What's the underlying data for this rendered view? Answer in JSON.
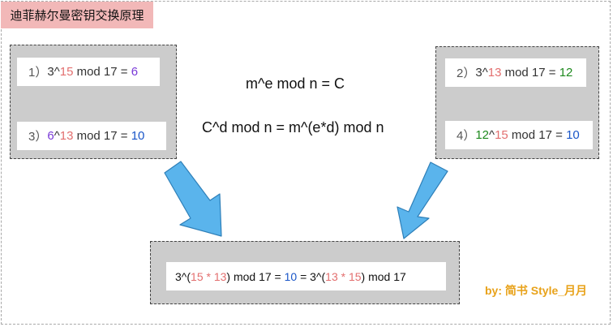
{
  "title": "迪菲赫尔曼密钥交换原理",
  "left_box": {
    "eq1": {
      "prefix": "1）",
      "base": "3",
      "caret": "^",
      "exp": "15",
      "rest": " mod 17 = ",
      "result": "6"
    },
    "eq3": {
      "prefix": "3）",
      "base": "6",
      "caret": "^",
      "exp": "13",
      "rest": " mod 17 = ",
      "result": "10"
    }
  },
  "right_box": {
    "eq2": {
      "prefix": "2）",
      "base": "3",
      "caret": "^",
      "exp": "13",
      "rest": " mod 17 = ",
      "result": "12"
    },
    "eq4": {
      "prefix": "4）",
      "base": "12",
      "caret": "^",
      "exp": "15",
      "rest": " mod 17 = ",
      "result": "10"
    }
  },
  "formulas": {
    "encrypt": "m^e mod n = C",
    "decrypt": "C^d mod n = m^(e*d) mod n"
  },
  "bottom_box": {
    "p1": "3^(",
    "p2": "15 * 13",
    "p3": ") mod 17 = ",
    "p4": "10",
    "p5": " = 3^(",
    "p6": "13 * 15",
    "p7": ") mod 17"
  },
  "credit": "by: 简书 Style_月月",
  "colors": {
    "exponent": "#e36f6f",
    "purple_value": "#7a3ad8",
    "blue_value": "#1a56c8",
    "green_value": "#1e8a1e",
    "arrow_fill": "#5ab4ec",
    "box_fill": "#cccccc",
    "title_bg": "#f2b8b8",
    "credit": "#e8a21a"
  }
}
